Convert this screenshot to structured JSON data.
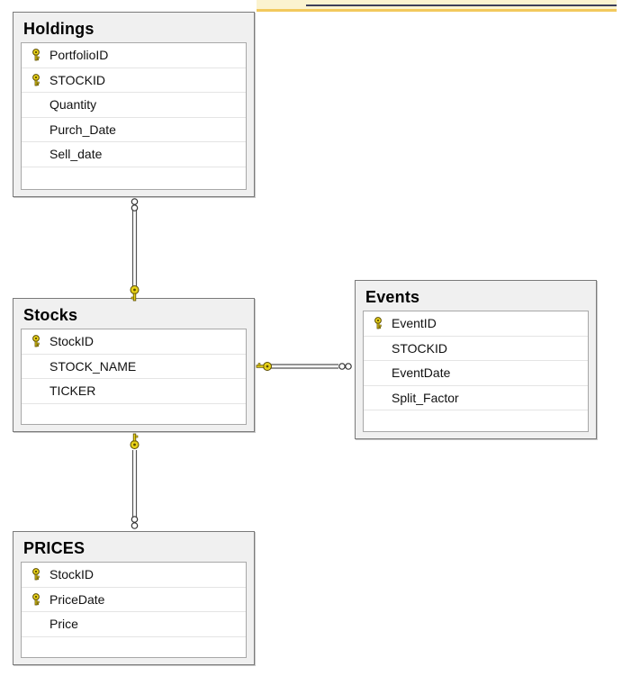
{
  "tables": {
    "holdings": {
      "title": "Holdings",
      "columns": [
        {
          "name": "PortfolioID",
          "key": true
        },
        {
          "name": "STOCKID",
          "key": true
        },
        {
          "name": "Quantity",
          "key": false
        },
        {
          "name": "Purch_Date",
          "key": false
        },
        {
          "name": "Sell_date",
          "key": false
        }
      ]
    },
    "stocks": {
      "title": "Stocks",
      "columns": [
        {
          "name": "StockID",
          "key": true
        },
        {
          "name": "STOCK_NAME",
          "key": false
        },
        {
          "name": "TICKER",
          "key": false
        }
      ]
    },
    "events": {
      "title": "Events",
      "columns": [
        {
          "name": "EventID",
          "key": true
        },
        {
          "name": "STOCKID",
          "key": false
        },
        {
          "name": "EventDate",
          "key": false
        },
        {
          "name": "Split_Factor",
          "key": false
        }
      ]
    },
    "prices": {
      "title": "PRICES",
      "columns": [
        {
          "name": "StockID",
          "key": true
        },
        {
          "name": "PriceDate",
          "key": true
        },
        {
          "name": "Price",
          "key": false
        }
      ]
    }
  },
  "relationships": [
    {
      "from": "holdings",
      "to": "stocks",
      "from_end": "many",
      "to_end": "one"
    },
    {
      "from": "stocks",
      "to": "events",
      "from_end": "one",
      "to_end": "many"
    },
    {
      "from": "stocks",
      "to": "prices",
      "from_end": "one",
      "to_end": "many"
    }
  ],
  "colors": {
    "key": "#e8d21a",
    "key_outline": "#6b5a00",
    "table_bg": "#f0f0f0",
    "connector": "#555555"
  }
}
